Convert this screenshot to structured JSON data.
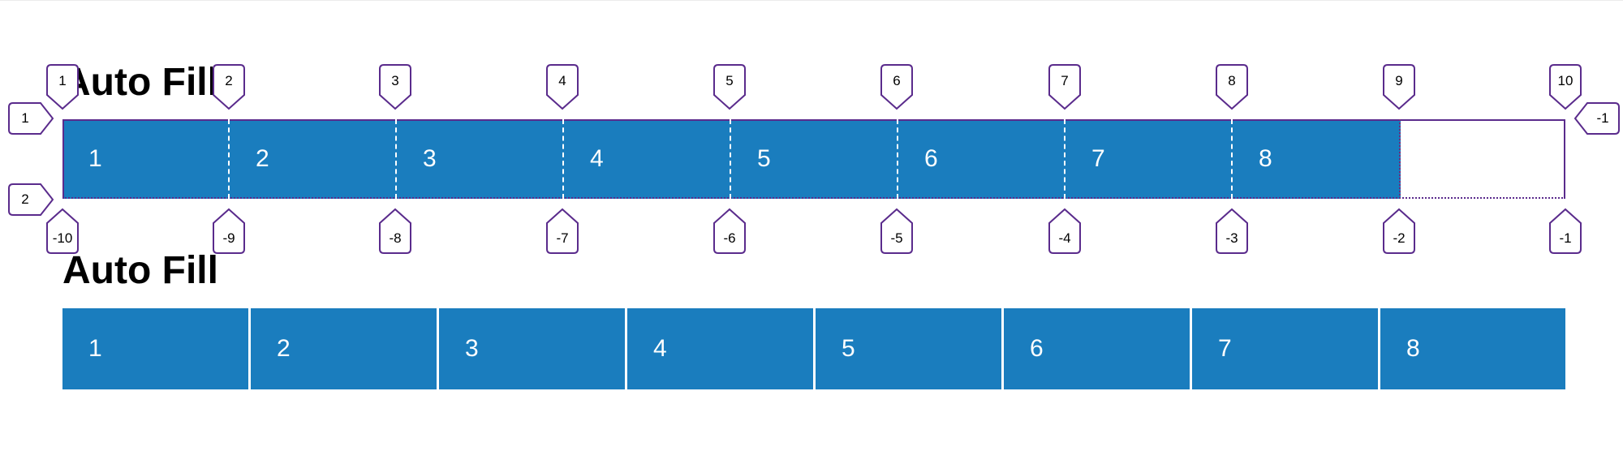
{
  "sections": [
    {
      "title": "Auto Fill",
      "items": [
        "1",
        "2",
        "3",
        "4",
        "5",
        "6",
        "7",
        "8"
      ]
    },
    {
      "title": "Auto Fill",
      "items": [
        "1",
        "2",
        "3",
        "4",
        "5",
        "6",
        "7",
        "8"
      ]
    }
  ],
  "grid_overlay": {
    "column_lines_top": [
      "1",
      "2",
      "3",
      "4",
      "5",
      "6",
      "7",
      "8",
      "9",
      "10"
    ],
    "column_lines_bottom": [
      "-10",
      "-9",
      "-8",
      "-7",
      "-6",
      "-5",
      "-4",
      "-3",
      "-2",
      "-1"
    ],
    "row_lines_left": [
      "1",
      "2"
    ],
    "row_lines_right": [
      "-1"
    ]
  },
  "colors": {
    "cell": "#1a7dbe",
    "overlay": "#5a2b8c"
  }
}
